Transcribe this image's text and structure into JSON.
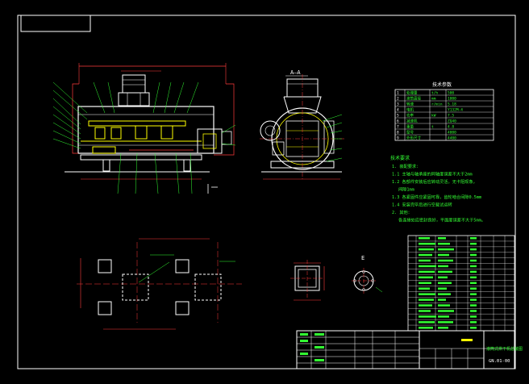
{
  "colors": {
    "background": "#000000",
    "frame": "#ffffff",
    "outline": "#ffffff",
    "dimension": "#ff3b3b",
    "center": "#ff3b3b",
    "part_fill": "#ffff00",
    "text_green": "#33ff33",
    "leader": "#00e0e0",
    "accent_magenta": "#ff00ff",
    "table_grid": "#ffffff"
  },
  "section_view_label": "A—A",
  "detail_label": "E",
  "notes_heading": "技术要求",
  "notes_lines": [
    "1. 装配要求：",
    "1.1 主轴与轴承座的同轴度误差不大于2mm",
    "1.2 各部件安装后应转动灵活，无卡阻现象，",
    "间隙1mm",
    "1.3 各紧固件应紧固可靠，齿轮啮合间隙0.5mm",
    "1.4 安装完毕后进行空载试运转",
    "2. 其他：",
    "各连接处应密封良好，平面度误差不大于5mm。"
  ],
  "tech_table": {
    "title": "技术参数",
    "rows": [
      [
        "1",
        "处理量",
        "t/h",
        "500"
      ],
      [
        "2",
        "滚筒直径",
        "mm",
        "1000"
      ],
      [
        "3",
        "转速",
        "r/min",
        "5.18"
      ],
      [
        "4",
        "电机",
        "",
        "Y132M-4"
      ],
      [
        "5",
        "功率",
        "kW",
        "7.5"
      ],
      [
        "6",
        "减速机",
        "",
        "ZQ40"
      ],
      [
        "7",
        "重量",
        "t",
        "4.8"
      ],
      [
        "8",
        "型号",
        "",
        "4000"
      ],
      [
        "9",
        "外形尺寸",
        "",
        "4400"
      ]
    ]
  },
  "title_block": {
    "drawing_title": "滚筒式烘干机总装图",
    "drawing_number": "GN.01-00"
  }
}
